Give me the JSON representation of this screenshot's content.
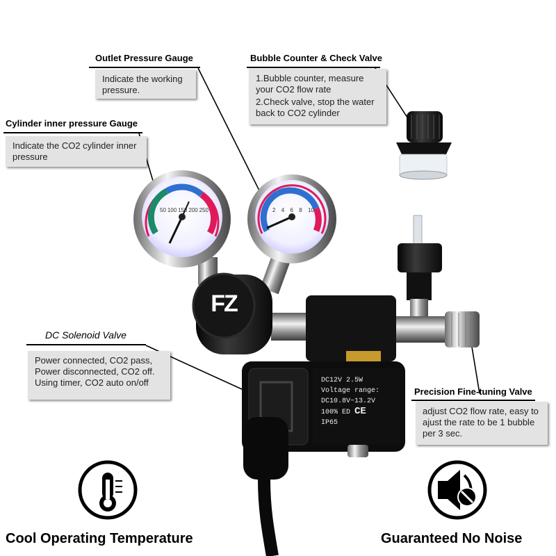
{
  "callouts": {
    "outlet_gauge": {
      "title": "Outlet Pressure Gauge",
      "text": "Indicate the working pressure."
    },
    "bubble_counter": {
      "title": "Bubble Counter & Check Valve",
      "line1": "1.Bubble counter, measure your CO2 flow rate",
      "line2": "2.Check valve, stop the water back to CO2 cylinder"
    },
    "cylinder_gauge": {
      "title": "Cylinder inner pressure Gauge",
      "text": "Indicate the CO2 cylinder inner pressure"
    },
    "solenoid": {
      "title": "DC Solenoid Valve",
      "line1": "Power connected, CO2  pass,",
      "line2": "Power disconnected, CO2 off.",
      "line3": "Using timer, CO2 auto on/off"
    },
    "fine_tuning": {
      "title": "Precision Fine-tuning Valve",
      "text": "adjust CO2 flow rate, easy to ajust the rate to be 1 bubble per 3 sec."
    }
  },
  "product": {
    "logo": "FZ",
    "solenoid_label": {
      "line1": "DC12V    2.5W",
      "line2": "Voltage range:",
      "line3": "DC10.8V~13.2V",
      "line4": "100% ED",
      "line5": "IP65",
      "mark": "CE"
    },
    "left_gauge_scale": [
      "50",
      "100",
      "150",
      "200",
      "250"
    ],
    "right_gauge_scale": [
      "2",
      "4",
      "6",
      "8",
      "10"
    ]
  },
  "features": [
    {
      "label": "Cool Operating Temperature",
      "icon": "thermometer-icon"
    },
    {
      "label": "Guaranteed No Noise",
      "icon": "no-sound-icon"
    }
  ],
  "colors": {
    "callout_bg": "#e3e3e3",
    "gauge_red": "#e0195a",
    "gauge_blue": "#2f6fd0",
    "gauge_green": "#1a8a6a"
  }
}
